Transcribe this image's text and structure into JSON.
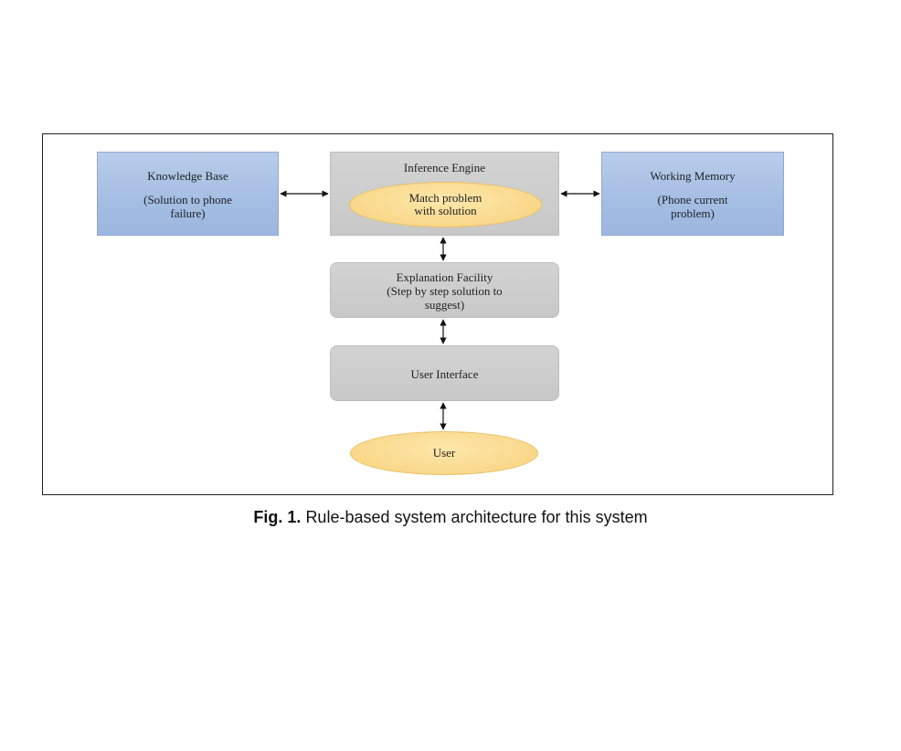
{
  "diagram": {
    "knowledge_base": {
      "title": "Knowledge Base",
      "line1": "(Solution to phone",
      "line2": "failure)"
    },
    "inference_engine": {
      "title": "Inference Engine",
      "ellipse_line1": "Match problem",
      "ellipse_line2": "with solution"
    },
    "working_memory": {
      "title": "Working Memory",
      "line1": "(Phone current",
      "line2": "problem)"
    },
    "explanation_facility": {
      "title": "Explanation Facility",
      "line1": "(Step by step solution to",
      "line2": "suggest)"
    },
    "user_interface": {
      "title": "User Interface"
    },
    "user": {
      "title": "User"
    },
    "colors": {
      "knowledge_box": "#a4bde3",
      "process_box": "#c8c8c8",
      "ellipse": "#f9d88a",
      "border": "#222222"
    }
  },
  "caption": {
    "label": "Fig. 1.",
    "text": "Rule-based system architecture for this system"
  }
}
